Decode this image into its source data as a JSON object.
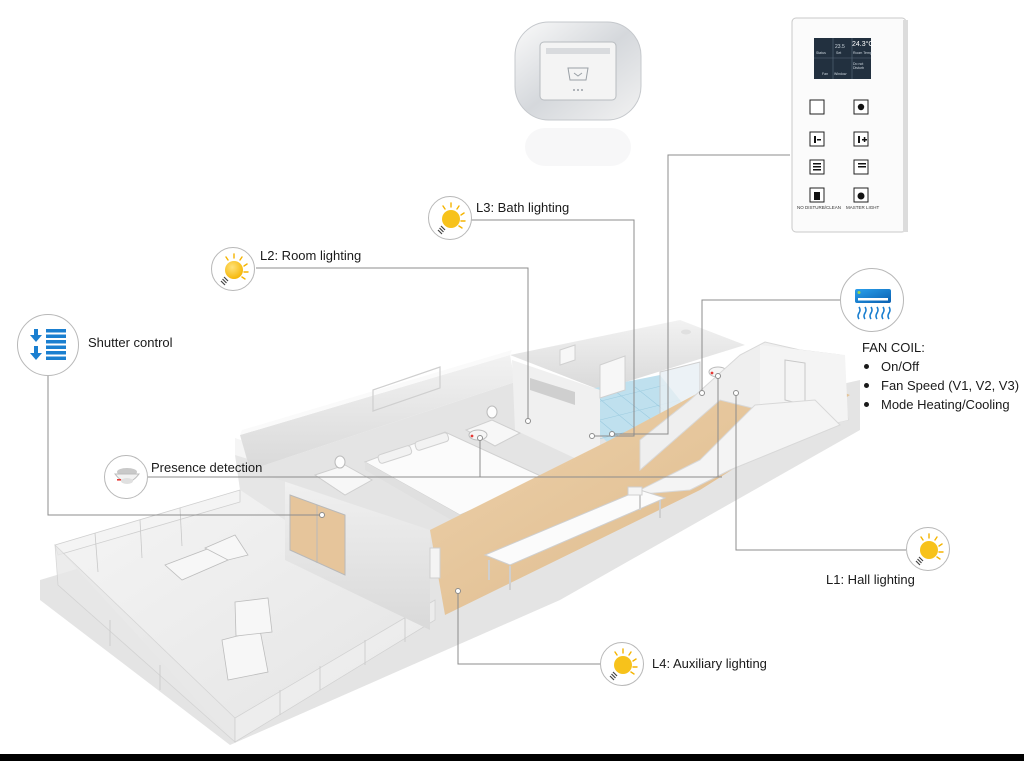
{
  "diagram": {
    "type": "hotel-room-automation-overview",
    "callouts": [
      {
        "id": "shutter",
        "label": "Shutter control",
        "icon": "shutter-icon"
      },
      {
        "id": "presence",
        "label": "Presence detection",
        "icon": "presence-sensor-icon"
      },
      {
        "id": "l2",
        "label": "L2: Room lighting",
        "icon": "light-bulb-icon"
      },
      {
        "id": "l3",
        "label": "L3: Bath lighting",
        "icon": "light-bulb-icon"
      },
      {
        "id": "l1",
        "label": "L1: Hall lighting",
        "icon": "light-bulb-icon"
      },
      {
        "id": "l4",
        "label": "L4: Auxiliary lighting",
        "icon": "light-bulb-icon"
      },
      {
        "id": "fancoil",
        "label": "FAN COIL:",
        "icon": "air-conditioner-icon",
        "features": [
          "On/Off",
          "Fan Speed (V1, V2, V3)",
          "Mode Heating/Cooling"
        ]
      }
    ],
    "room_panel": {
      "display_temp": "24.3°C",
      "display_set": "23.5",
      "display_labels": [
        "Status",
        "Set",
        "Room Temp",
        "Fan",
        "Window",
        "Do not Disturb"
      ],
      "button_captions": [
        "NO DISTURB/CLEAN",
        "MASTER LIGHT"
      ]
    },
    "colors": {
      "accent_blue": "#1a7fd0",
      "bulb_yellow": "#f7c21b",
      "leader_line": "#8c8c8c",
      "wood_floor": "#e8c9a0",
      "wall": "#eaeaea",
      "bath_tile": "#bfe0ee"
    }
  }
}
